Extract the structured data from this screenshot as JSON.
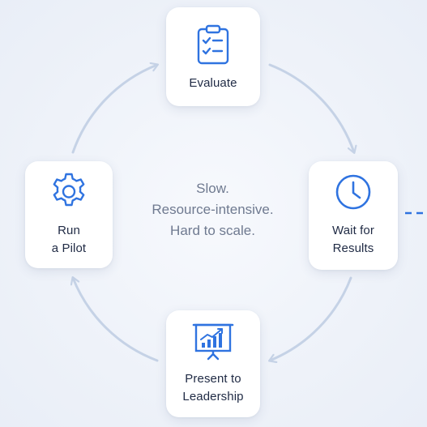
{
  "steps": {
    "evaluate": {
      "label_lines": [
        "Evaluate"
      ],
      "icon": "clipboard-checklist-icon"
    },
    "wait": {
      "label_lines": [
        "Wait for",
        "Results"
      ],
      "icon": "clock-icon"
    },
    "present": {
      "label_lines": [
        "Present to",
        "Leadership"
      ],
      "icon": "presentation-chart-icon"
    },
    "pilot": {
      "label_lines": [
        "Run",
        "a Pilot"
      ],
      "icon": "gear-icon"
    }
  },
  "center": {
    "lines": [
      "Slow.",
      "Resource-intensive.",
      "Hard to scale."
    ]
  },
  "colors": {
    "accent": "#2f73e0",
    "arrow": "#c5d2e6",
    "dash": "#2f73e0",
    "text": "#1f2a44",
    "muted": "#6f7a90"
  }
}
